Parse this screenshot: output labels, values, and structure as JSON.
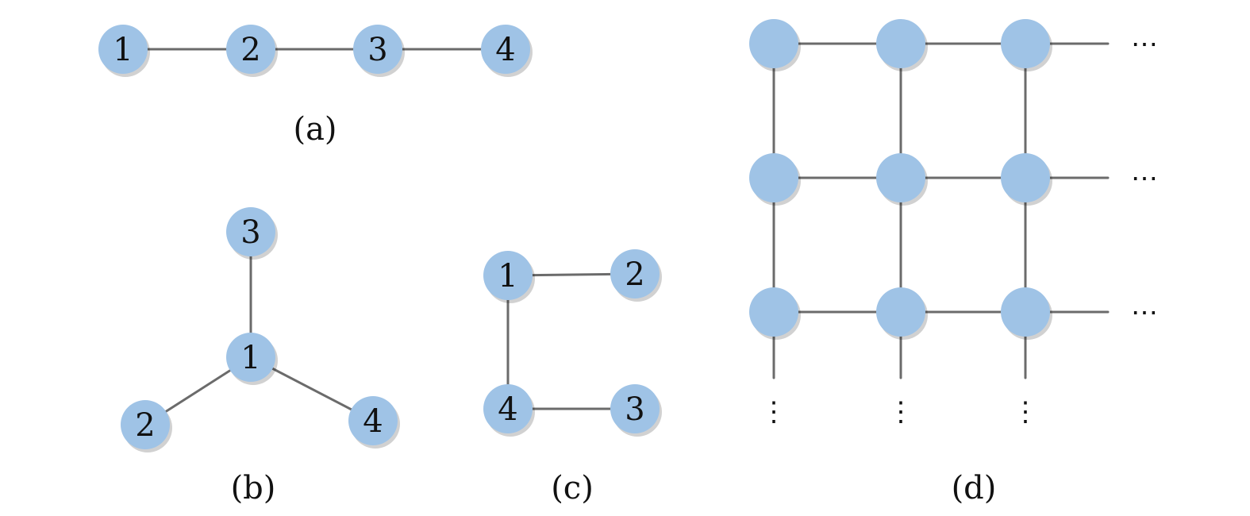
{
  "colors": {
    "node_fill": "#9fc3e6",
    "edge": "#6b6b6b",
    "text": "#111111",
    "background": "#ffffff"
  },
  "panels": {
    "a": {
      "caption": "(a)",
      "nodes": [
        {
          "id": "a1",
          "label": "1"
        },
        {
          "id": "a2",
          "label": "2"
        },
        {
          "id": "a3",
          "label": "3"
        },
        {
          "id": "a4",
          "label": "4"
        }
      ],
      "edges": [
        [
          "a1",
          "a2"
        ],
        [
          "a2",
          "a3"
        ],
        [
          "a3",
          "a4"
        ]
      ]
    },
    "b": {
      "caption": "(b)",
      "nodes": [
        {
          "id": "b3",
          "label": "3"
        },
        {
          "id": "b1",
          "label": "1"
        },
        {
          "id": "b2",
          "label": "2"
        },
        {
          "id": "b4",
          "label": "4"
        }
      ],
      "edges": [
        [
          "b3",
          "b1"
        ],
        [
          "b1",
          "b2"
        ],
        [
          "b1",
          "b4"
        ]
      ]
    },
    "c": {
      "caption": "(c)",
      "nodes": [
        {
          "id": "c1",
          "label": "1"
        },
        {
          "id": "c2",
          "label": "2"
        },
        {
          "id": "c4",
          "label": "4"
        },
        {
          "id": "c3",
          "label": "3"
        }
      ],
      "edges": [
        [
          "c1",
          "c2"
        ],
        [
          "c1",
          "c4"
        ],
        [
          "c4",
          "c3"
        ]
      ]
    },
    "d": {
      "caption": "(d)",
      "rows": 3,
      "cols": 3,
      "row_continuation": "⋯",
      "col_continuation": "⋮"
    }
  }
}
